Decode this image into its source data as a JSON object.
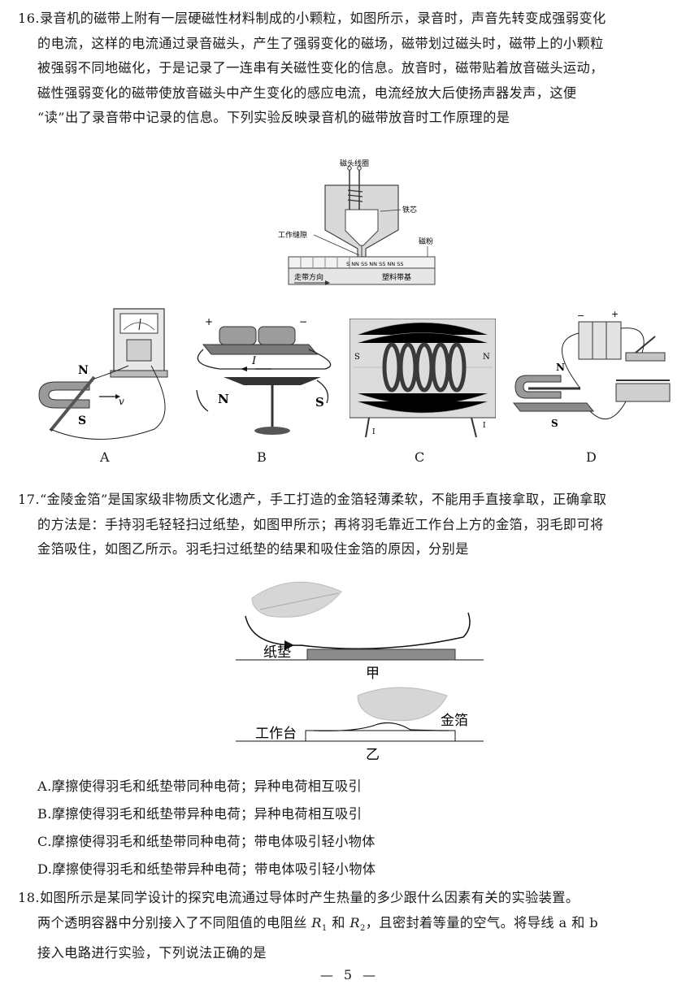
{
  "q16": {
    "lines": [
      "16.录音机的磁带上附有一层硬磁性材料制成的小颗粒，如图所示，录音时，声音先转变成强弱变化",
      "的电流，这样的电流通过录音磁头，产生了强弱变化的磁场，磁带划过磁头时，磁带上的小颗粒",
      "被强弱不同地磁化，于是记录了一连串有关磁性变化的信息。放音时，磁带贴着放音磁头运动，",
      "磁性强弱变化的磁带使放音磁头中产生变化的感应电流，电流经放大后使扬声器发声，这便",
      "“读”出了录音带中记录的信息。下列实验反映录音机的磁带放音时工作原理的是"
    ],
    "tape_labels": {
      "coil": "磁头线圈",
      "core": "铁芯",
      "gap": "工作缝隙",
      "powder": "磁粉",
      "direction": "走带方向",
      "base": "塑料带基",
      "poles": "S NN SS NN SS NN SS"
    },
    "options": [
      "A",
      "B",
      "C",
      "D"
    ],
    "fig_labels": {
      "a_n": "N",
      "a_s": "S",
      "a_v": "v",
      "b_plus": "+",
      "b_minus": "−",
      "b_i": "I",
      "b_n": "N",
      "b_s": "S",
      "c_s": "S",
      "c_n": "N",
      "c_i1": "I",
      "c_i2": "I",
      "d_n": "N",
      "d_s": "S",
      "d_minus": "−",
      "d_plus": "+"
    }
  },
  "q17": {
    "lines": [
      "17.“金陵金箔”是国家级非物质文化遗产，手工打造的金箔轻薄柔软，不能用手直接拿取，正确拿取",
      "的方法是：手持羽毛轻轻扫过纸垫，如图甲所示；再将羽毛靠近工作台上方的金箔，羽毛即可将",
      "金箔吸住，如图乙所示。羽毛扫过纸垫的结果和吸住金箔的原因，分别是"
    ],
    "fig": {
      "pad": "纸垫",
      "jia": "甲",
      "table": "工作台",
      "foil": "金箔",
      "yi": "乙"
    },
    "choices": [
      "A.摩擦使得羽毛和纸垫带同种电荷；异种电荷相互吸引",
      "B.摩擦使得羽毛和纸垫带异种电荷；异种电荷相互吸引",
      "C.摩擦使得羽毛和纸垫带同种电荷；带电体吸引轻小物体",
      "D.摩擦使得羽毛和纸垫带异种电荷；带电体吸引轻小物体"
    ]
  },
  "q18": {
    "line1": "18.如图所示是某同学设计的探究电流通过导体时产生热量的多少跟什么因素有关的实验装置。",
    "line2_a": "两个透明容器中分别接入了不同阻值的电阻丝 ",
    "r1": "R",
    "r1_sub": "1",
    "line2_b": " 和 ",
    "r2": "R",
    "r2_sub": "2",
    "line2_c": "，且密封着等量的空气。将导线 a 和 b",
    "line3": "接入电路进行实验，下列说法正确的是"
  },
  "footer": "— 5 —"
}
